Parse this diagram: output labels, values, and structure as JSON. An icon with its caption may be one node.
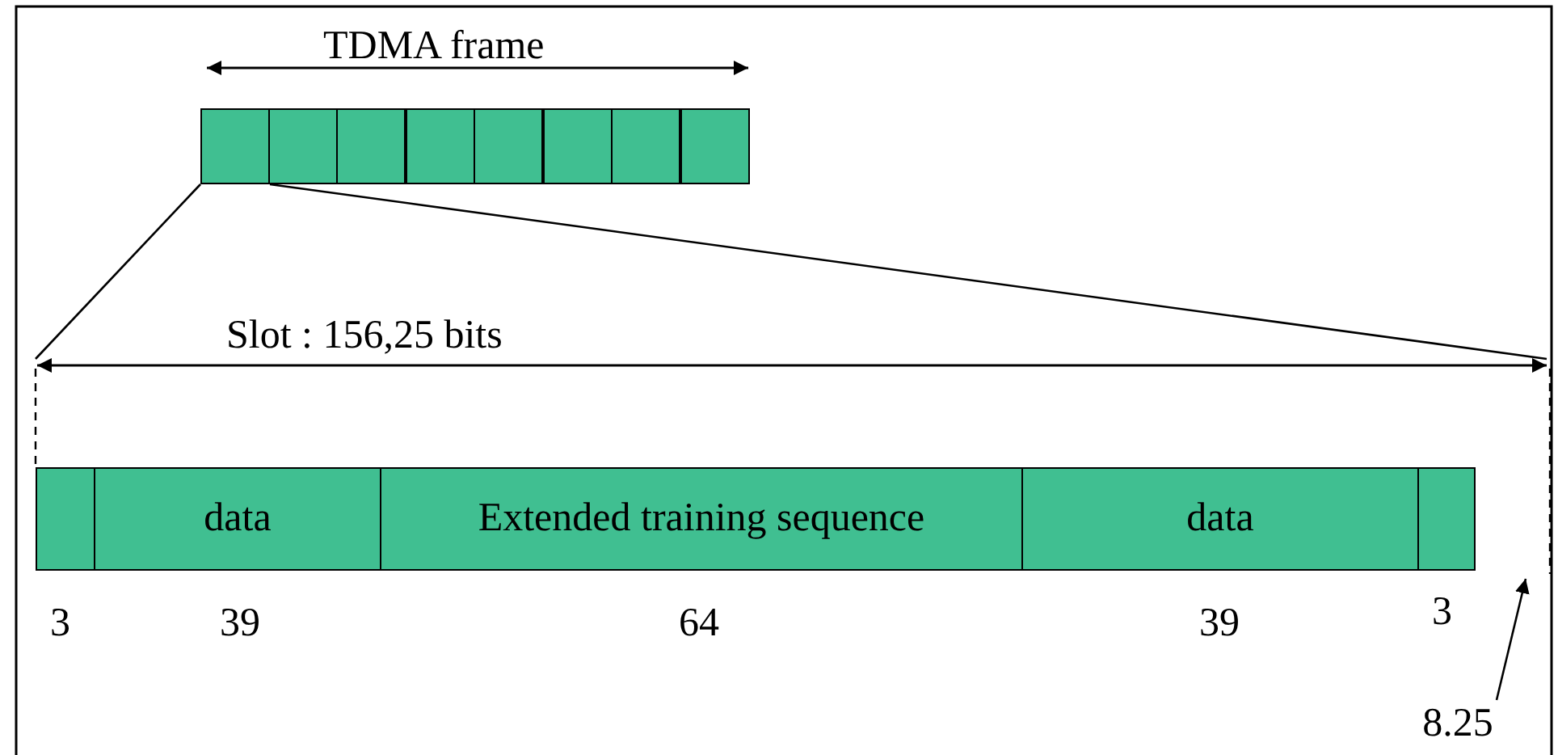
{
  "diagram": {
    "nodes": [
      {
        "text": [],
        "shape": "box"
      },
      {
        "text": [],
        "shape": "box"
      },
      {
        "text": [],
        "shape": "box"
      },
      {
        "text": [],
        "shape": "box"
      },
      {
        "text": [],
        "shape": "box"
      },
      {
        "text": [],
        "shape": "box"
      },
      {
        "text": [],
        "shape": "box"
      },
      {
        "text": [],
        "shape": "box"
      },
      {
        "text": [],
        "shape": "box"
      },
      {
        "text": [
          "data"
        ]
      },
      {
        "text": [
          "Extended training sequence"
        ]
      },
      {
        "text": [
          "data"
        ]
      },
      {
        "text": [],
        "shape": "box"
      },
      {
        "text": [
          "8.25"
        ]
      }
    ],
    "edges": [
      {
        "from": 0,
        "to": null,
        "arrow": "none"
      },
      {
        "from": 0,
        "to": null,
        "arrow": "none"
      },
      {
        "from": 13,
        "to": null,
        "arrow": "to"
      }
    ],
    "labels": [
      "TDMA frame",
      "Slot : 156,25 bits",
      "3",
      "39",
      "64",
      "39",
      "3"
    ]
  }
}
